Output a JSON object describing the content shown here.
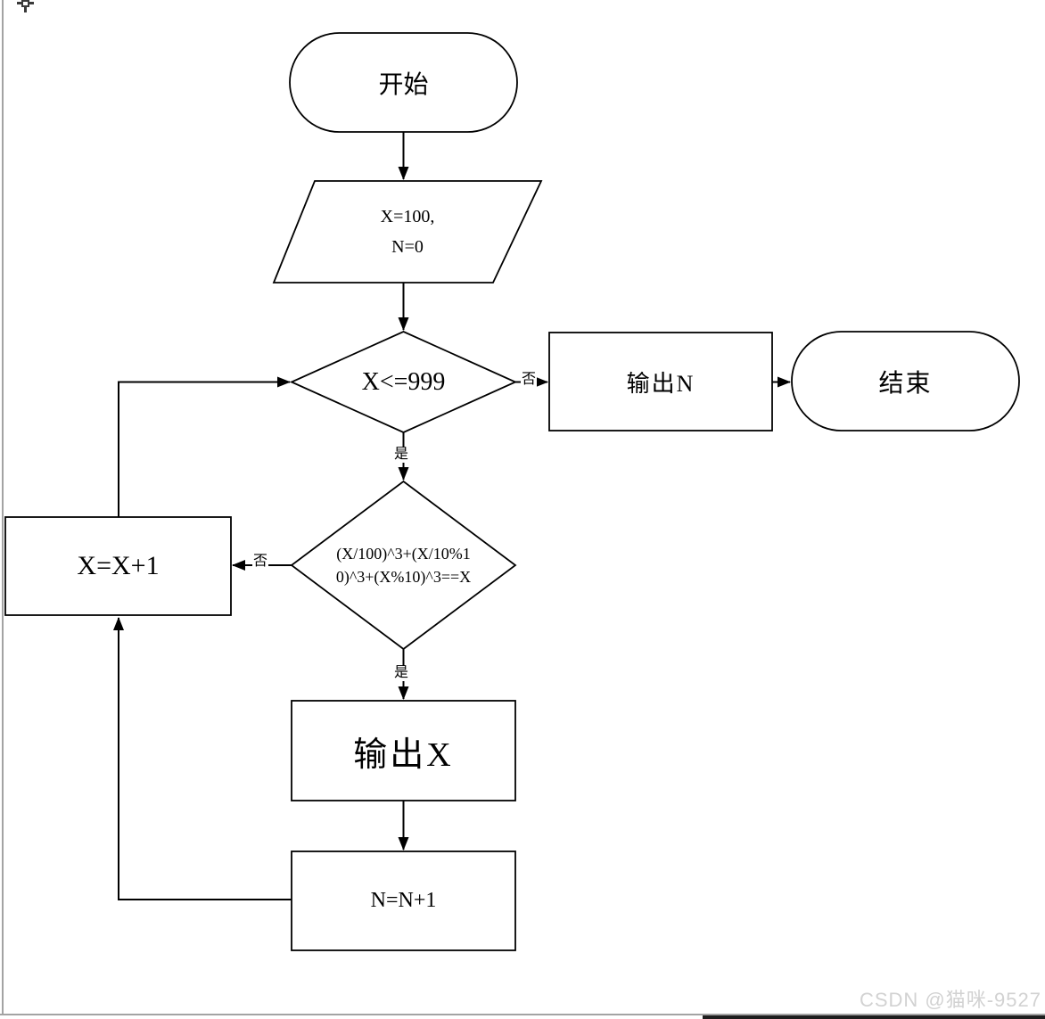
{
  "watermark": "CSDN @猫咪-9527",
  "colors": {
    "line": "#000000",
    "shape_fill": "#ffffff",
    "watermark_text": "#d2d2d2",
    "page_border": "#a3a3a3",
    "bottom_bar_dark": "#1e1e1e"
  },
  "flowchart": {
    "edge_labels": {
      "yes": "是",
      "no": "否"
    },
    "nodes": {
      "start": {
        "type": "terminator",
        "label": "开始"
      },
      "init": {
        "type": "io-parallelogram",
        "line1": "X=100,",
        "line2": "N=0"
      },
      "cond_range": {
        "type": "decision",
        "label": "X<=999"
      },
      "output_n": {
        "type": "process",
        "label": "输出N"
      },
      "end": {
        "type": "terminator",
        "label": "结束"
      },
      "cond_cube": {
        "type": "decision",
        "line1": "(X/100)^3+(X/10%1",
        "line2": "0)^3+(X%10)^3==X"
      },
      "x_inc": {
        "type": "process",
        "label": "X=X+1"
      },
      "output_x": {
        "type": "process",
        "label": "输出X"
      },
      "n_inc": {
        "type": "process",
        "label": "N=N+1"
      }
    }
  }
}
